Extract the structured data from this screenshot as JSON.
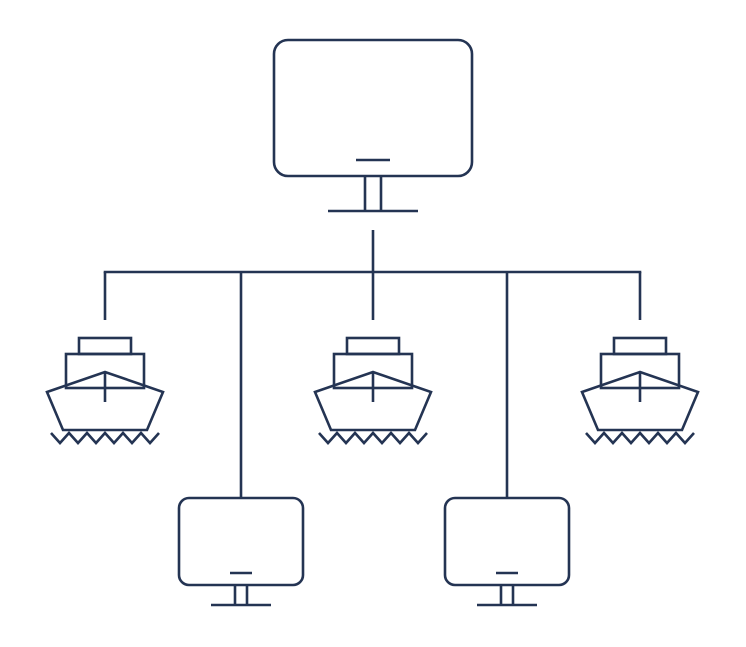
{
  "colors": {
    "background": "#ffffff",
    "line": "#243453"
  },
  "nodes": [
    {
      "id": "root",
      "icon": "monitor-icon",
      "level": 0
    },
    {
      "id": "ship-1",
      "icon": "ship-icon",
      "level": 1
    },
    {
      "id": "monitor-1",
      "icon": "monitor-icon",
      "level": 2
    },
    {
      "id": "ship-2",
      "icon": "ship-icon",
      "level": 1
    },
    {
      "id": "monitor-2",
      "icon": "monitor-icon",
      "level": 2
    },
    {
      "id": "ship-3",
      "icon": "ship-icon",
      "level": 1
    }
  ],
  "edges": [
    {
      "from": "root",
      "to": "ship-1"
    },
    {
      "from": "root",
      "to": "monitor-1"
    },
    {
      "from": "root",
      "to": "ship-2"
    },
    {
      "from": "root",
      "to": "monitor-2"
    },
    {
      "from": "root",
      "to": "ship-3"
    }
  ]
}
